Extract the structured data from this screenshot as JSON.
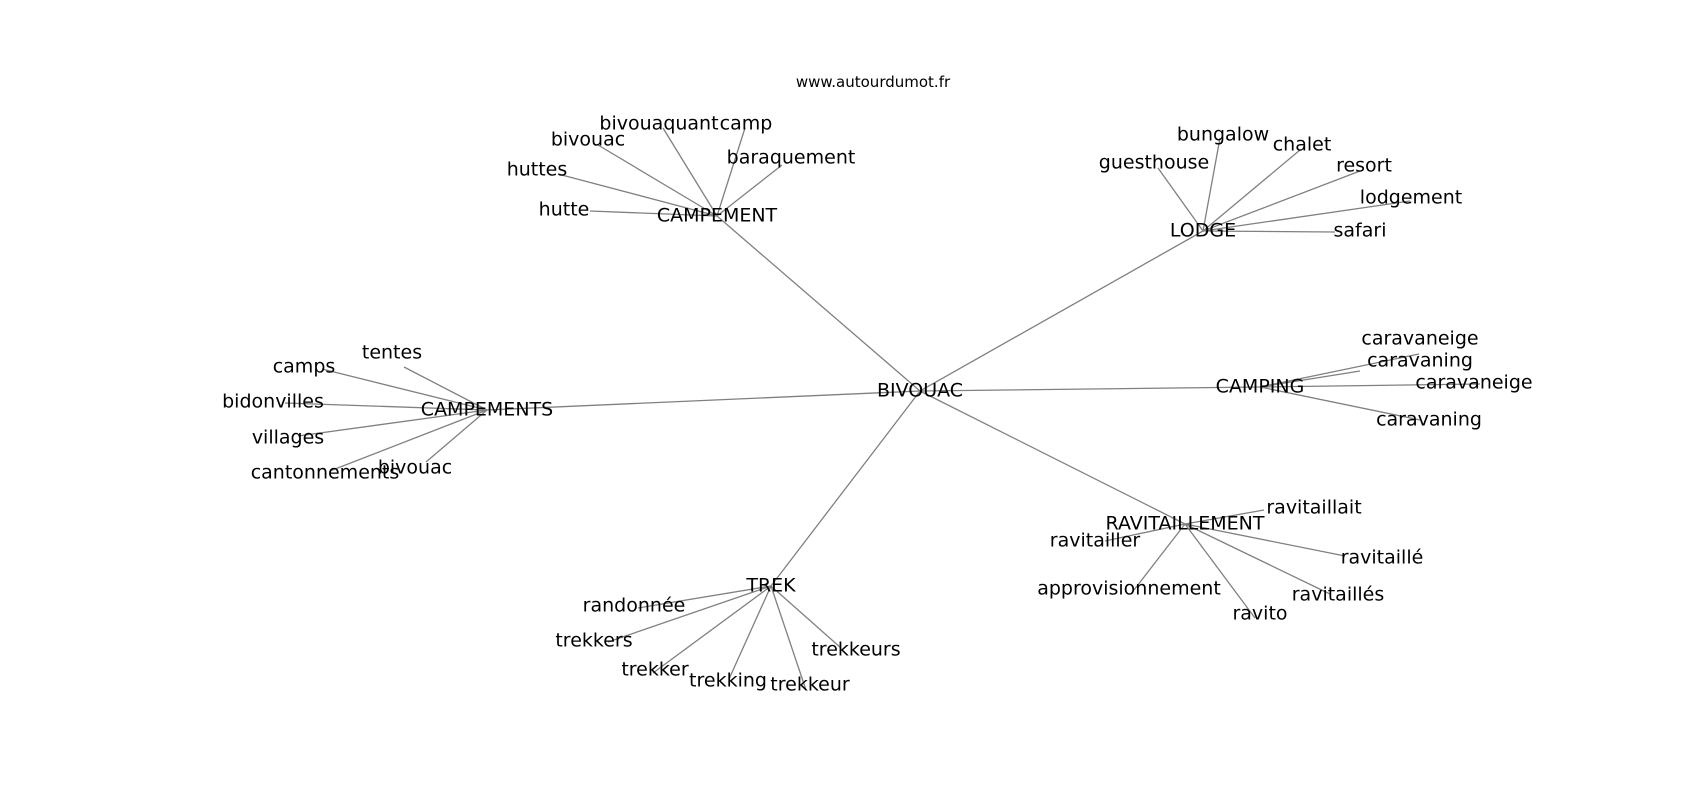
{
  "source": "www.autourdumot.fr",
  "root": "BIVOUAC",
  "groups": [
    {
      "hub": "CAMPEMENT",
      "words": [
        "bivouaquant",
        "camp",
        "bivouac",
        "huttes",
        "hutte",
        "baraquement"
      ]
    },
    {
      "hub": "LODGE",
      "words": [
        "bungalow",
        "chalet",
        "guesthouse",
        "resort",
        "lodgement",
        "safari"
      ]
    },
    {
      "hub": "CAMPEMENTS",
      "words": [
        "tentes",
        "camps",
        "bidonvilles",
        "villages",
        "cantonnements",
        "bivouac"
      ]
    },
    {
      "hub": "CAMPING",
      "words": [
        "caravaneige",
        "caravaning",
        "caravaneige",
        "caravaning"
      ]
    },
    {
      "hub": "RAVITAILLEMENT",
      "words": [
        "ravitaillait",
        "ravitailler",
        "ravitaillé",
        "approvisionnement",
        "ravitaillés",
        "ravito"
      ]
    },
    {
      "hub": "TREK",
      "words": [
        "randonnée",
        "trekkers",
        "trekker",
        "trekking",
        "trekkeur",
        "trekkeurs"
      ]
    }
  ]
}
